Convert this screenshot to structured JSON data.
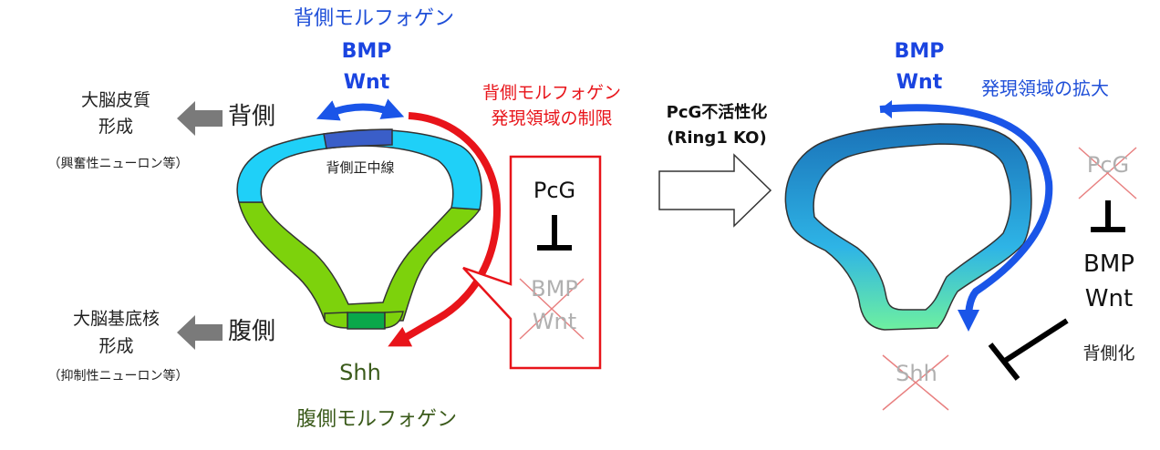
{
  "left": {
    "dorsal_morphogen_title": "背側モルフォゲン",
    "bmp": "BMP",
    "wnt": "Wnt",
    "cortex_line1": "大脳皮質",
    "cortex_line2": "形成",
    "cortex_note": "（興奮性ニューロン等）",
    "dorsal": "背側",
    "ventral": "腹側",
    "basal_line1": "大脳基底核",
    "basal_line2": "形成",
    "basal_note": "（抑制性ニューロン等）",
    "midline": "背側正中線",
    "shh": "Shh",
    "ventral_morphogen_title": "腹側モルフォゲン",
    "restriction_line1": "背側モルフォゲン",
    "restriction_line2": "発現領域の制限",
    "callout_pcg": "PcG",
    "callout_bmp": "BMP",
    "callout_wnt": "Wnt"
  },
  "middle": {
    "line1": "PcG不活性化",
    "line2": "(Ring1 KO)"
  },
  "right": {
    "bmp": "BMP",
    "wnt": "Wnt",
    "expansion": "発現領域の拡大",
    "pcg": "PcG",
    "bmp2": "BMP",
    "wnt2": "Wnt",
    "dorsalization": "背側化",
    "shh": "Shh"
  },
  "colors": {
    "blue_text": "#1f4fd8",
    "red": "#e8141a",
    "green_text": "#3a5a1a",
    "gray_arrow": "#7a7a7a",
    "cyan": "#29c4f0",
    "green": "#74d40a"
  }
}
